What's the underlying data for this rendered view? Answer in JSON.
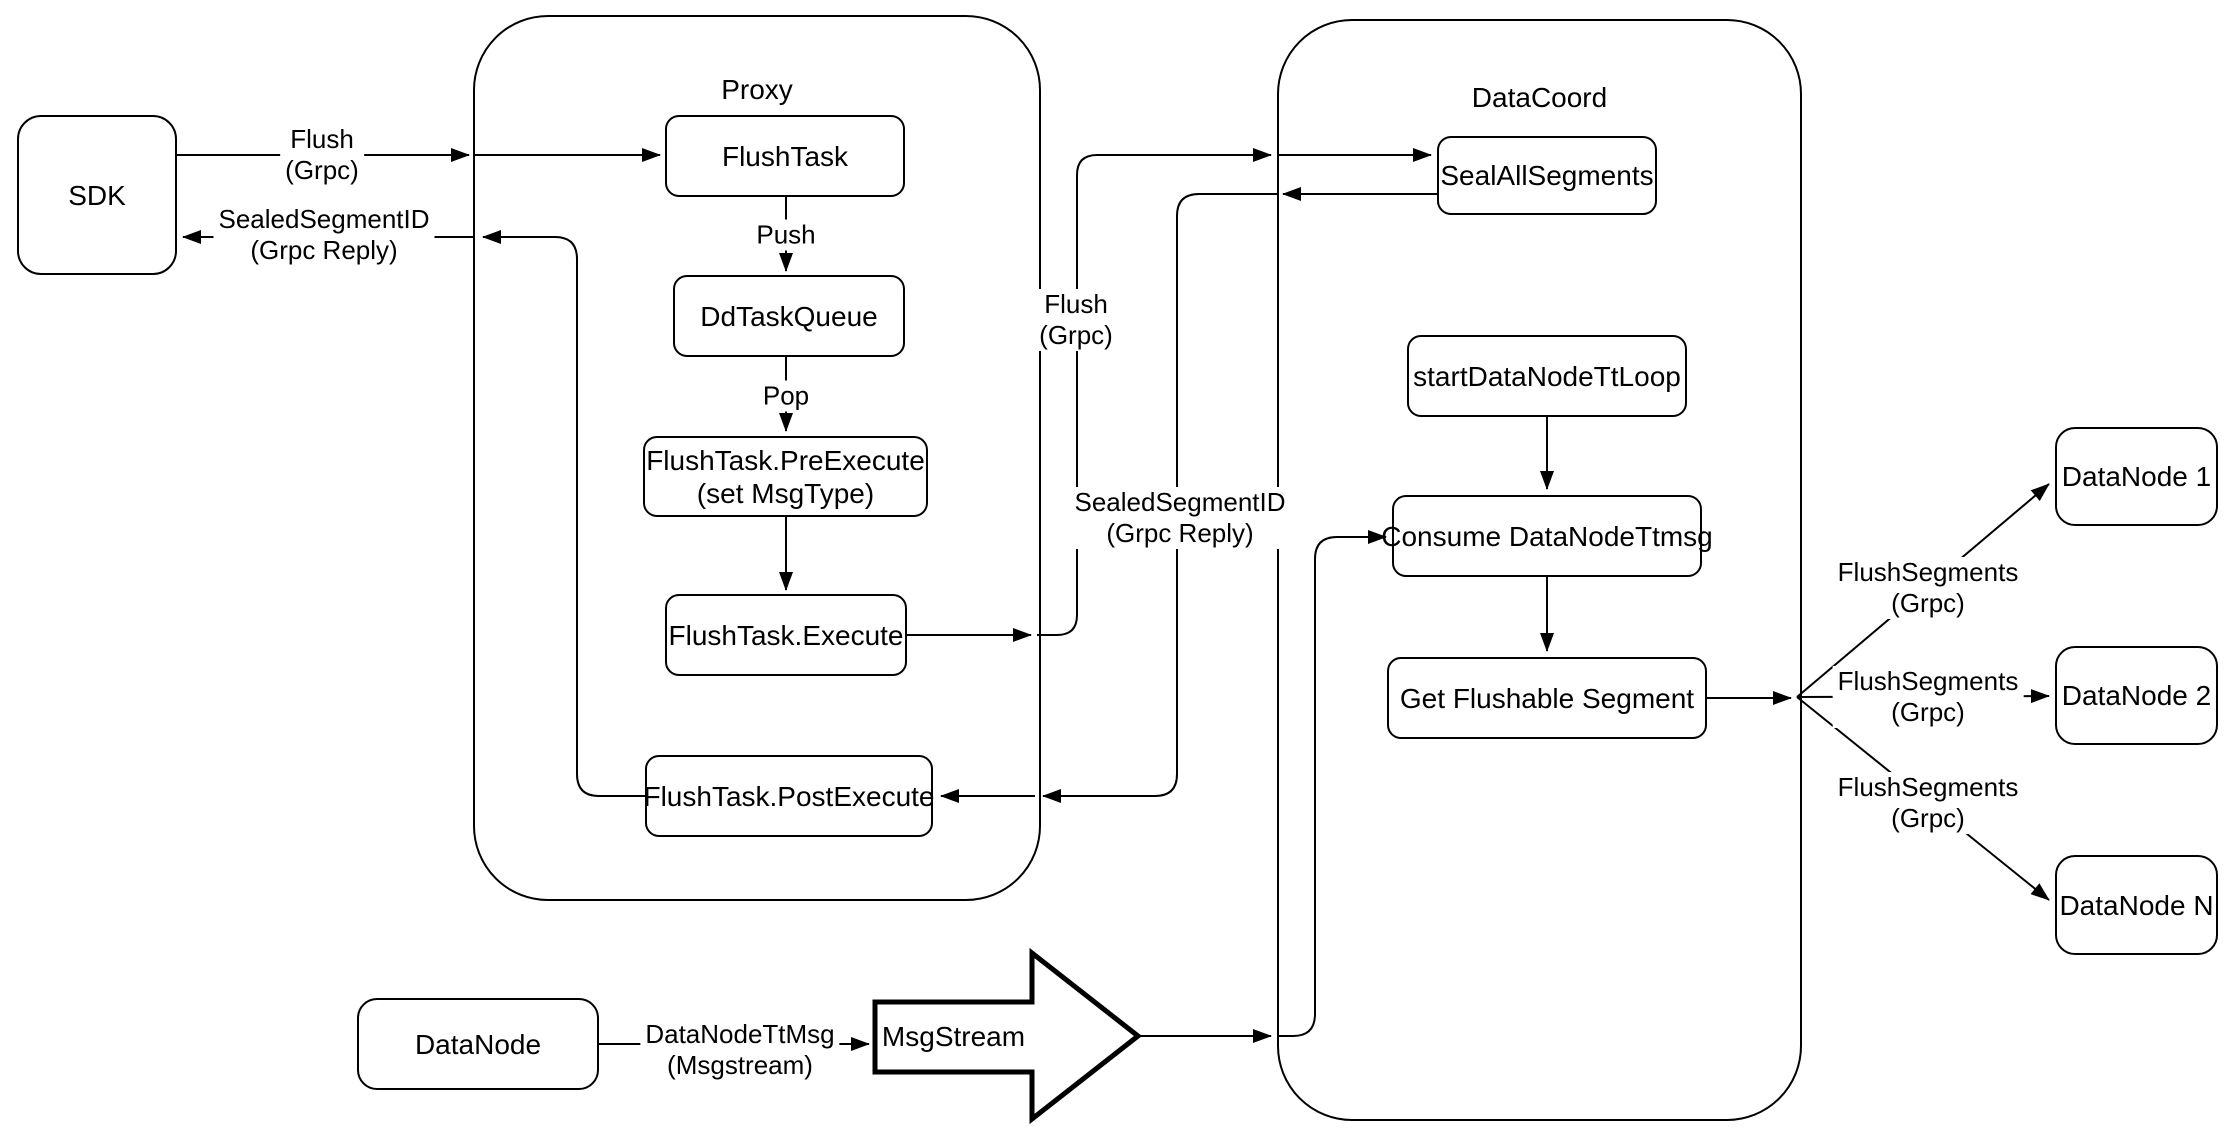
{
  "containers": {
    "proxy": {
      "title": "Proxy"
    },
    "datacoord": {
      "title": "DataCoord"
    }
  },
  "nodes": {
    "sdk": {
      "label": "SDK"
    },
    "flush_task": {
      "label": "FlushTask"
    },
    "dd_task_queue": {
      "label": "DdTaskQueue"
    },
    "pre_execute": {
      "line1": "FlushTask.PreExecute",
      "line2": "(set MsgType)"
    },
    "execute": {
      "label": "FlushTask.Execute"
    },
    "post_execute": {
      "label": "FlushTask.PostExecute"
    },
    "seal_all_segments": {
      "label": "SealAllSegments"
    },
    "start_datanode_tt_loop": {
      "label": "startDataNodeTtLoop"
    },
    "consume_datanode_ttmsg": {
      "label": "Consume DataNodeTtmsg"
    },
    "get_flushable_segment": {
      "label": "Get Flushable Segment"
    },
    "datanode_1": {
      "label": "DataNode 1"
    },
    "datanode_2": {
      "label": "DataNode 2"
    },
    "datanode_n": {
      "label": "DataNode N"
    },
    "datanode": {
      "label": "DataNode"
    },
    "msgstream": {
      "label": "MsgStream"
    }
  },
  "edge_labels": {
    "flush_sdk": {
      "line1": "Flush",
      "line2": "(Grpc)"
    },
    "sealed_sdk": {
      "line1": "SealedSegmentID",
      "line2": "(Grpc Reply)"
    },
    "push": {
      "label": "Push"
    },
    "pop": {
      "label": "Pop"
    },
    "flush_mid": {
      "line1": "Flush",
      "line2": "(Grpc)"
    },
    "sealed_mid": {
      "line1": "SealedSegmentID",
      "line2": "(Grpc Reply)"
    },
    "datanode_tt": {
      "line1": "DataNodeTtMsg",
      "line2": "(Msgstream)"
    },
    "flush_segments_1": {
      "line1": "FlushSegments",
      "line2": "(Grpc)"
    },
    "flush_segments_2": {
      "line1": "FlushSegments",
      "line2": "(Grpc)"
    },
    "flush_segments_3": {
      "line1": "FlushSegments",
      "line2": "(Grpc)"
    }
  },
  "colors": {
    "stroke": "#000000",
    "background": "#ffffff"
  }
}
